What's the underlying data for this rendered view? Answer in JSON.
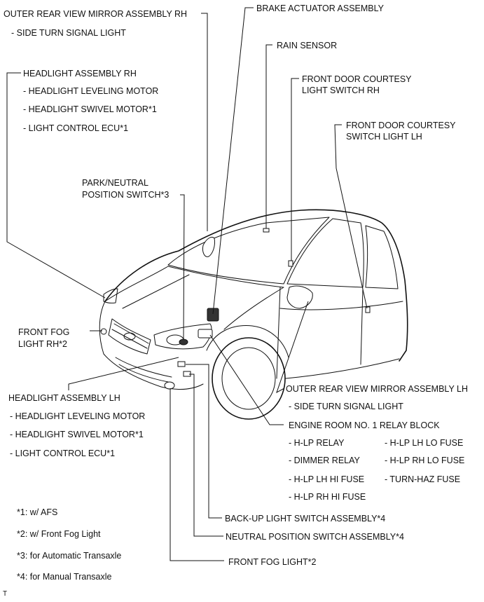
{
  "labels": {
    "mirror_rh": {
      "title": "OUTER REAR VIEW MIRROR ASSEMBLY RH",
      "items": [
        "- SIDE TURN SIGNAL LIGHT"
      ]
    },
    "brake_actuator": {
      "title": "BRAKE ACTUATOR ASSEMBLY"
    },
    "rain_sensor": {
      "title": "RAIN SENSOR"
    },
    "courtesy_rh": {
      "lines": [
        "FRONT DOOR COURTESY",
        "LIGHT SWITCH RH"
      ]
    },
    "courtesy_lh": {
      "lines": [
        "FRONT DOOR COURTESY",
        "SWITCH LIGHT LH"
      ]
    },
    "headlight_rh": {
      "title": "HEADLIGHT ASSEMBLY RH",
      "items": [
        "- HEADLIGHT LEVELING MOTOR",
        "- HEADLIGHT SWIVEL MOTOR*1",
        "- LIGHT CONTROL ECU*1"
      ]
    },
    "park_neutral": {
      "lines": [
        "PARK/NEUTRAL",
        "POSITION SWITCH*3"
      ]
    },
    "fog_rh": {
      "lines": [
        "FRONT FOG",
        "LIGHT RH*2"
      ]
    },
    "headlight_lh": {
      "title": "HEADLIGHT ASSEMBLY LH",
      "items": [
        "- HEADLIGHT LEVELING MOTOR",
        "- HEADLIGHT SWIVEL MOTOR*1",
        "- LIGHT CONTROL ECU*1"
      ]
    },
    "mirror_lh": {
      "title": "OUTER REAR VIEW MIRROR ASSEMBLY LH",
      "items": [
        "- SIDE TURN SIGNAL LIGHT"
      ]
    },
    "relay_block": {
      "title": "ENGINE ROOM NO. 1 RELAY BLOCK",
      "col1": [
        "- H-LP RELAY",
        "- DIMMER RELAY",
        "- H-LP LH HI FUSE",
        "- H-LP RH HI FUSE"
      ],
      "col2": [
        "- H-LP LH LO FUSE",
        "- H-LP RH LO FUSE",
        "- TURN-HAZ FUSE"
      ]
    },
    "backup_switch": {
      "title": "BACK-UP LIGHT SWITCH ASSEMBLY*4"
    },
    "neutral_switch": {
      "title": "NEUTRAL POSITION SWITCH ASSEMBLY*4"
    },
    "fog_light": {
      "title": "FRONT FOG LIGHT*2"
    }
  },
  "footnotes": [
    "*1: w/ AFS",
    "*2: w/ Front Fog Light",
    "*3: for Automatic Transaxle",
    "*4: for Manual Transaxle"
  ],
  "corner_mark": "T"
}
